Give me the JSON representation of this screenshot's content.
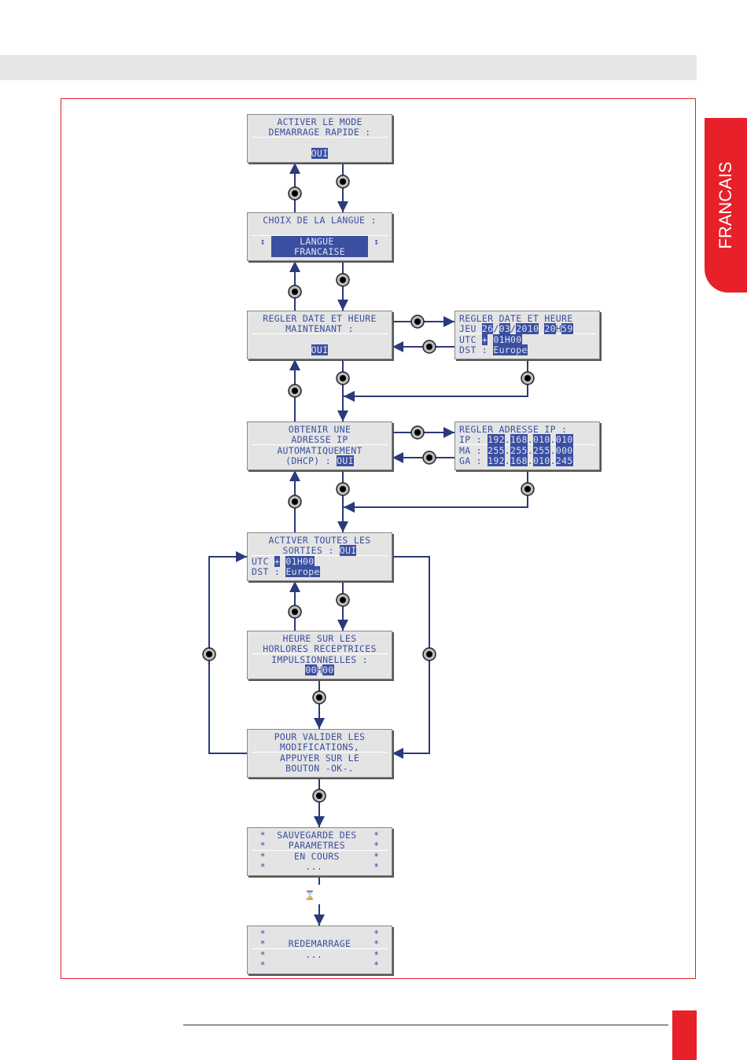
{
  "tab_label": "FRANCAIS",
  "colors": {
    "accent": "#e8202a",
    "lcd_text": "#3a4fa0",
    "arrow": "#2a3a7a"
  },
  "screens": [
    {
      "id": "quick-start",
      "lines": [
        [
          {
            "t": "ACTIVER LE MODE"
          }
        ],
        [
          {
            "t": "DEMARRAGE RAPIDE :"
          }
        ],
        [
          {
            "t": ""
          }
        ],
        [
          {
            "t": "OUI",
            "hl": true
          }
        ]
      ]
    },
    {
      "id": "language",
      "lines": [
        [
          {
            "t": "CHOIX DE LA LANGUE :"
          }
        ],
        [
          {
            "t": ""
          }
        ],
        [
          {
            "t": "↕ "
          },
          {
            "t": "     LANGUE      ",
            "hl": true
          },
          {
            "t": " ↕"
          }
        ],
        [
          {
            "t": "  "
          },
          {
            "t": "    FRANCAISE    ",
            "hl": true
          },
          {
            "t": "  "
          }
        ]
      ]
    },
    {
      "id": "set-date-now",
      "lines": [
        [
          {
            "t": "REGLER DATE ET HEURE"
          }
        ],
        [
          {
            "t": "MAINTENANT :"
          }
        ],
        [
          {
            "t": ""
          }
        ],
        [
          {
            "t": "OUI",
            "hl": true
          }
        ]
      ]
    },
    {
      "id": "dhcp",
      "lines": [
        [
          {
            "t": "OBTENIR UNE"
          }
        ],
        [
          {
            "t": "ADRESSE IP"
          }
        ],
        [
          {
            "t": "AUTOMATIQUEMENT"
          }
        ],
        [
          {
            "t": "(DHCP) : "
          },
          {
            "t": "OUI",
            "hl": true
          }
        ]
      ]
    },
    {
      "id": "all-outputs",
      "lines": [
        [
          {
            "t": "ACTIVER TOUTES LES"
          }
        ],
        [
          {
            "t": "SORTIES : "
          },
          {
            "t": "OUI",
            "hl": true
          }
        ]
      ],
      "left": [
        [
          {
            "t": "UTC "
          },
          {
            "t": "+",
            "hl": true
          },
          {
            "t": " "
          },
          {
            "t": "01H00",
            "hl": true
          }
        ],
        [
          {
            "t": "DST : "
          },
          {
            "t": "Europe",
            "hl": true
          }
        ]
      ]
    },
    {
      "id": "pulse-clocks",
      "lines": [
        [
          {
            "t": "HEURE SUR LES"
          }
        ],
        [
          {
            "t": "HORLORES RECEPTRICES"
          }
        ],
        [
          {
            "t": "IMPULSIONNELLES :"
          }
        ],
        [
          {
            "t": "00",
            "hl": true
          },
          {
            "t": "H"
          },
          {
            "t": "00",
            "hl": true
          }
        ]
      ]
    },
    {
      "id": "validate",
      "lines": [
        [
          {
            "t": "POUR VALIDER LES"
          }
        ],
        [
          {
            "t": "MODIFICATIONS,"
          }
        ],
        [
          {
            "t": "APPUYER SUR LE"
          }
        ],
        [
          {
            "t": "BOUTON -OK-."
          }
        ]
      ]
    },
    {
      "id": "saving",
      "lines": [
        [
          {
            "t": "*  SAUVEGARDE DES   *"
          }
        ],
        [
          {
            "t": "*    PARAMETRES     *"
          }
        ],
        [
          {
            "t": "*     EN COURS      *"
          }
        ],
        [
          {
            "t": "*       ...         *"
          }
        ]
      ]
    },
    {
      "id": "restart",
      "lines": [
        [
          {
            "t": "*                   *"
          }
        ],
        [
          {
            "t": "*    REDEMARRAGE    *"
          }
        ],
        [
          {
            "t": "*       ...         *"
          }
        ],
        [
          {
            "t": "*                   *"
          }
        ]
      ]
    },
    {
      "id": "set-date-time",
      "left": [
        [
          {
            "t": "REGLER DATE ET HEURE"
          }
        ],
        [
          {
            "t": "JEU "
          },
          {
            "t": "26",
            "hl": true
          },
          {
            "t": "/"
          },
          {
            "t": "03",
            "hl": true
          },
          {
            "t": "/"
          },
          {
            "t": "2010",
            "hl": true
          },
          {
            "t": " "
          },
          {
            "t": "20",
            "hl": true
          },
          {
            "t": "H"
          },
          {
            "t": "59",
            "hl": true
          }
        ],
        [
          {
            "t": "UTC "
          },
          {
            "t": "+",
            "hl": true
          },
          {
            "t": " "
          },
          {
            "t": "01H00",
            "hl": true
          }
        ],
        [
          {
            "t": "DST : "
          },
          {
            "t": "Europe",
            "hl": true
          }
        ]
      ]
    },
    {
      "id": "set-ip",
      "left": [
        [
          {
            "t": "REGLER ADRESSE IP :"
          }
        ],
        [
          {
            "t": "IP : "
          },
          {
            "t": "192",
            "hl": true
          },
          {
            "t": "."
          },
          {
            "t": "168",
            "hl": true
          },
          {
            "t": "."
          },
          {
            "t": "010",
            "hl": true
          },
          {
            "t": "."
          },
          {
            "t": "010",
            "hl": true
          }
        ],
        [
          {
            "t": "MA : "
          },
          {
            "t": "255",
            "hl": true
          },
          {
            "t": "."
          },
          {
            "t": "255",
            "hl": true
          },
          {
            "t": "."
          },
          {
            "t": "255",
            "hl": true
          },
          {
            "t": "."
          },
          {
            "t": "000",
            "hl": true
          }
        ],
        [
          {
            "t": "GA : "
          },
          {
            "t": "192",
            "hl": true
          },
          {
            "t": "."
          },
          {
            "t": "168",
            "hl": true
          },
          {
            "t": "."
          },
          {
            "t": "010",
            "hl": true
          },
          {
            "t": "."
          },
          {
            "t": "245",
            "hl": true
          }
        ]
      ]
    }
  ]
}
